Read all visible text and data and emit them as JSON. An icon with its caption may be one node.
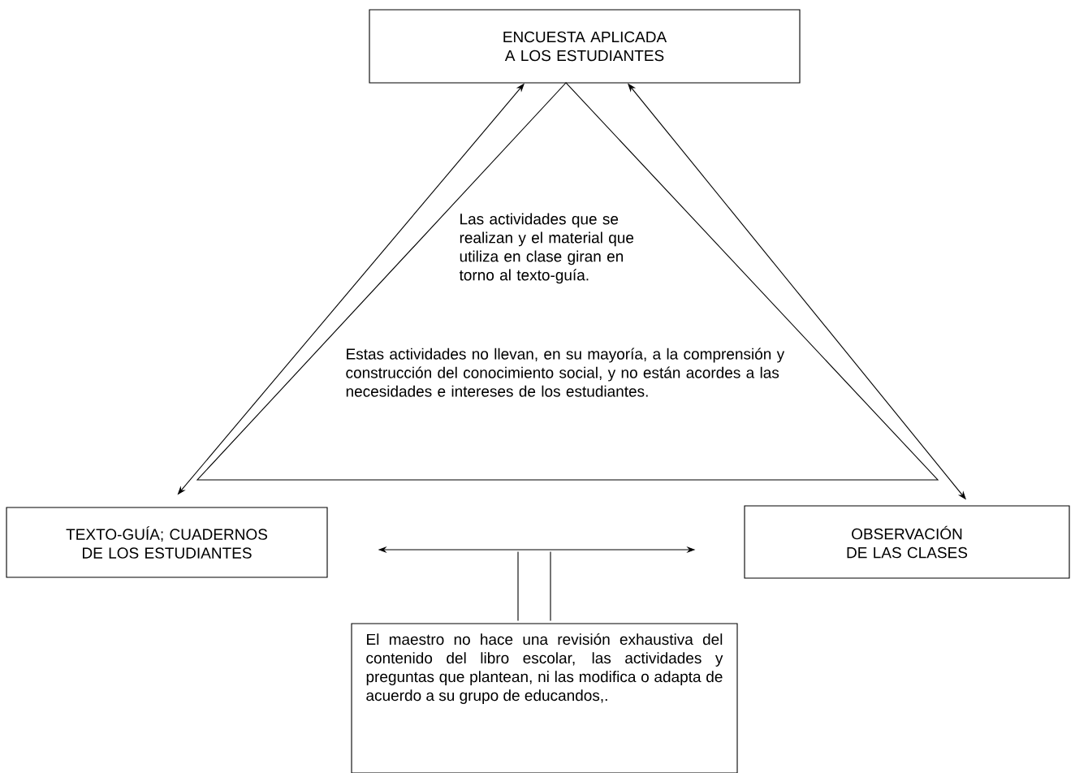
{
  "diagram": {
    "nodes": [
      {
        "text": [
          "ENCUESTA APLICADA A LOS ESTUDIANTES"
        ]
      },
      {
        "text": [
          "Las actividades que se realizan y el material que utiliza en clase giran en torno al texto-guía.",
          "Estas actividades no llevan, en su mayoría,  a la comprensión y construcción del conocimiento social, y no están acordes a las necesidades e intereses de los estudiantes."
        ]
      },
      {
        "text": [
          "TEXTO-GUÍA; CUADERNOS DE LOS ESTUDIANTES"
        ]
      },
      {
        "text": [
          "OBSERVACIÓN DE LAS CLASES"
        ]
      },
      {
        "text": [
          "El maestro no hace una revisión exhaustiva del contenido del libro escolar, las actividades y preguntas que plantean, ni las modifica o adapta de acuerdo a su grupo de educandos,."
        ]
      }
    ],
    "edges": [
      {
        "from": 2,
        "to": 0,
        "arrow": "both"
      },
      {
        "from": 3,
        "to": 0,
        "arrow": "both"
      },
      {
        "from": 2,
        "to": 3,
        "arrow": "both"
      },
      {
        "from": 4,
        "to": null,
        "arrow": "none"
      },
      {
        "from": 4,
        "to": null,
        "arrow": "none"
      }
    ]
  }
}
